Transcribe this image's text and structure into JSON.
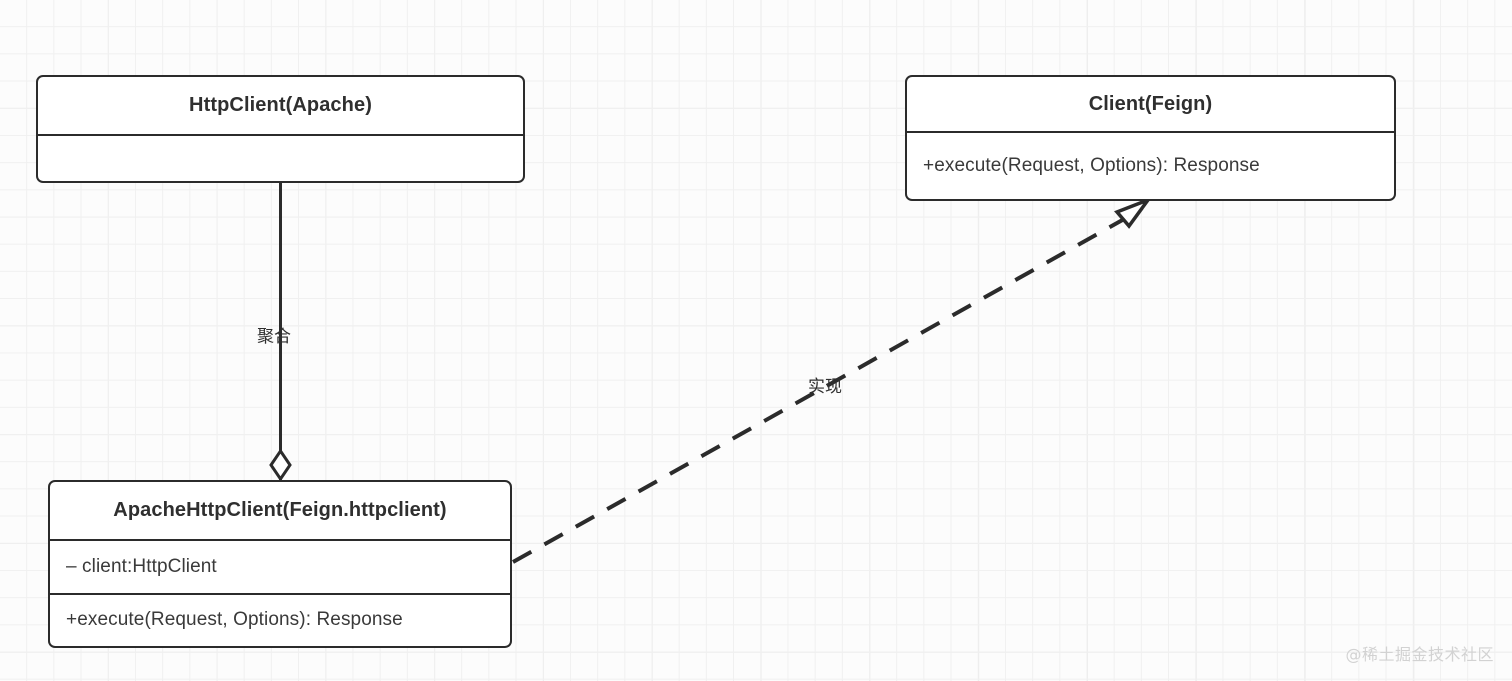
{
  "diagram": {
    "type": "uml-class-diagram",
    "background": "#fcfcfc",
    "grid_color": "#f0f0f0",
    "stroke_color": "#2b2b2b",
    "classes": [
      {
        "id": "httpclient-apache",
        "title": "HttpClient(Apache)",
        "attributes": [],
        "operations": [],
        "empty_compartment": ""
      },
      {
        "id": "client-feign",
        "title": "Client(Feign)",
        "operations": [
          "+execute(Request, Options): Response"
        ]
      },
      {
        "id": "apachehttpclient",
        "title": "ApacheHttpClient(Feign.httpclient)",
        "attributes": [
          "– client:HttpClient"
        ],
        "operations": [
          "+execute(Request, Options): Response"
        ]
      }
    ],
    "edges": [
      {
        "id": "aggregation",
        "label": "聚合",
        "kind": "aggregation",
        "style": "solid",
        "marker": "hollow-diamond",
        "from": "httpclient-apache",
        "to": "apachehttpclient"
      },
      {
        "id": "realization",
        "label": "实现",
        "kind": "realization",
        "style": "dashed",
        "marker": "hollow-triangle",
        "from": "apachehttpclient",
        "to": "client-feign"
      }
    ]
  },
  "watermark": {
    "text": "@稀土掘金技术社区"
  }
}
